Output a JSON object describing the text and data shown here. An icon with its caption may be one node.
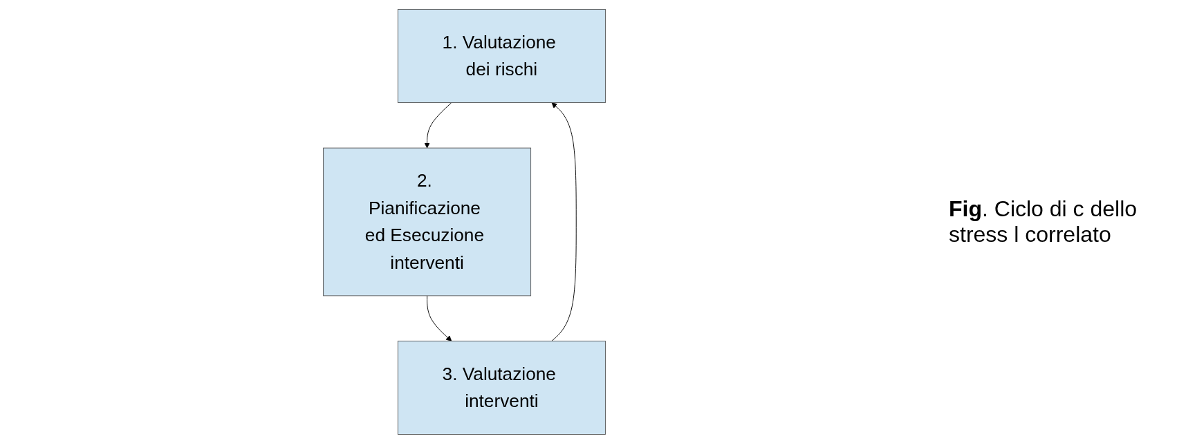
{
  "diagram": {
    "caption": "**Fig**. Ciclo di c dello stress l correlato",
    "nodes": [
      {
        "text": [
          "1. Valutazione dei rischi"
        ]
      },
      {
        "text": [
          "3. Valutazione interventi"
        ]
      },
      {
        "text": [
          "2. Pianificazione ed Esecuzione interventi"
        ]
      }
    ],
    "edges": [
      {
        "from": 0,
        "to": 2,
        "arrow": "to"
      },
      {
        "from": 2,
        "to": 1,
        "arrow": "to"
      },
      {
        "from": 1,
        "to": 0,
        "arrow": "to"
      }
    ]
  }
}
